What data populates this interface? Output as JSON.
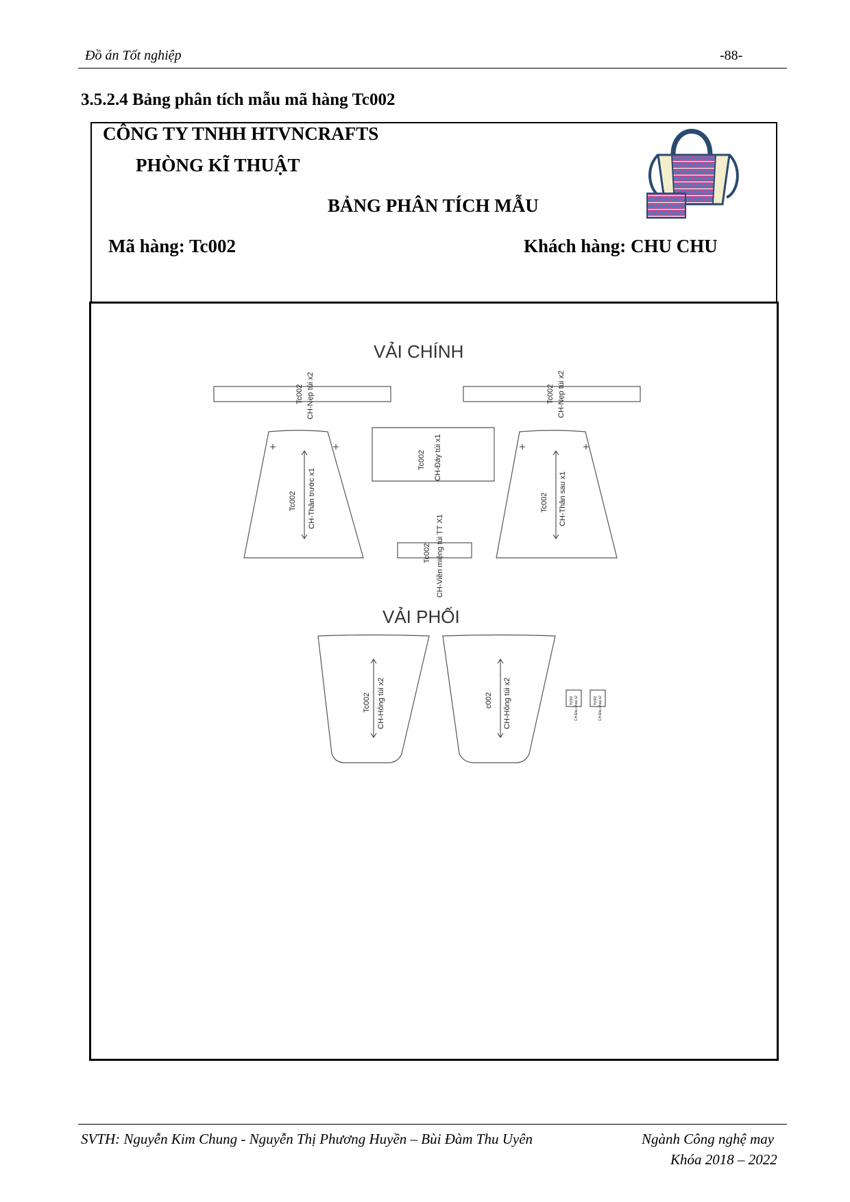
{
  "header": {
    "left": "Đồ án Tốt nghiệp",
    "page": "-88-"
  },
  "section_title": "3.5.2.4 Bảng phân tích mẫu mã hàng Tc002",
  "sheet": {
    "company": "CÔNG TY TNHH HTVNCRAFTS",
    "department": "PHÒNG KĨ THUẬT",
    "title": "BẢNG PHÂN TÍCH MẪU",
    "product_code": "Mã hàng: Tc002",
    "customer": "Khách hàng: CHU CHU"
  },
  "drawing": {
    "main_fabric": "VẢI CHÍNH",
    "contrast_fabric": "VẢI PHỐI",
    "pieces": {
      "facing_left_code": "Tc002",
      "facing_left_name": "CH-Nẹp túi x2",
      "facing_right_code": "Tc002",
      "facing_right_name": "CH-Nẹp túi x2",
      "front_code": "Tc002",
      "front_name": "CH-Thân trước x1",
      "bottom_code": "Tc002",
      "bottom_name": "CH-Đáy túi x1",
      "back_code": "Tc002",
      "back_name": "CH-Thân sau x1",
      "binding_code": "Tc002",
      "binding_name": "CH-Viền miệng túi TT X1",
      "side_left_code": "Tc002",
      "side_left_name": "CH-Hông túi x2",
      "side_right_code": "c002",
      "side_right_name": "CH-Hông túi x2",
      "small_1_code": "Tc002",
      "small_1_name": "CH-Đầu khóa x2",
      "small_2_code": "Tc002",
      "small_2_name": "CH-Đầu khóa x2"
    }
  },
  "footer": {
    "authors": "SVTH: Nguyễn Kim Chung - Nguyễn Thị Phương Huyền – Bùi Đàm Thu Uyên",
    "major": "Ngành Công nghệ may",
    "course": "Khóa 2018 – 2022"
  },
  "colors": {
    "bag_navy": "#2a4a6e",
    "bag_cream": "#f3eecb",
    "bag_pink": "#c9488a",
    "bag_blue": "#3f7fc4"
  }
}
